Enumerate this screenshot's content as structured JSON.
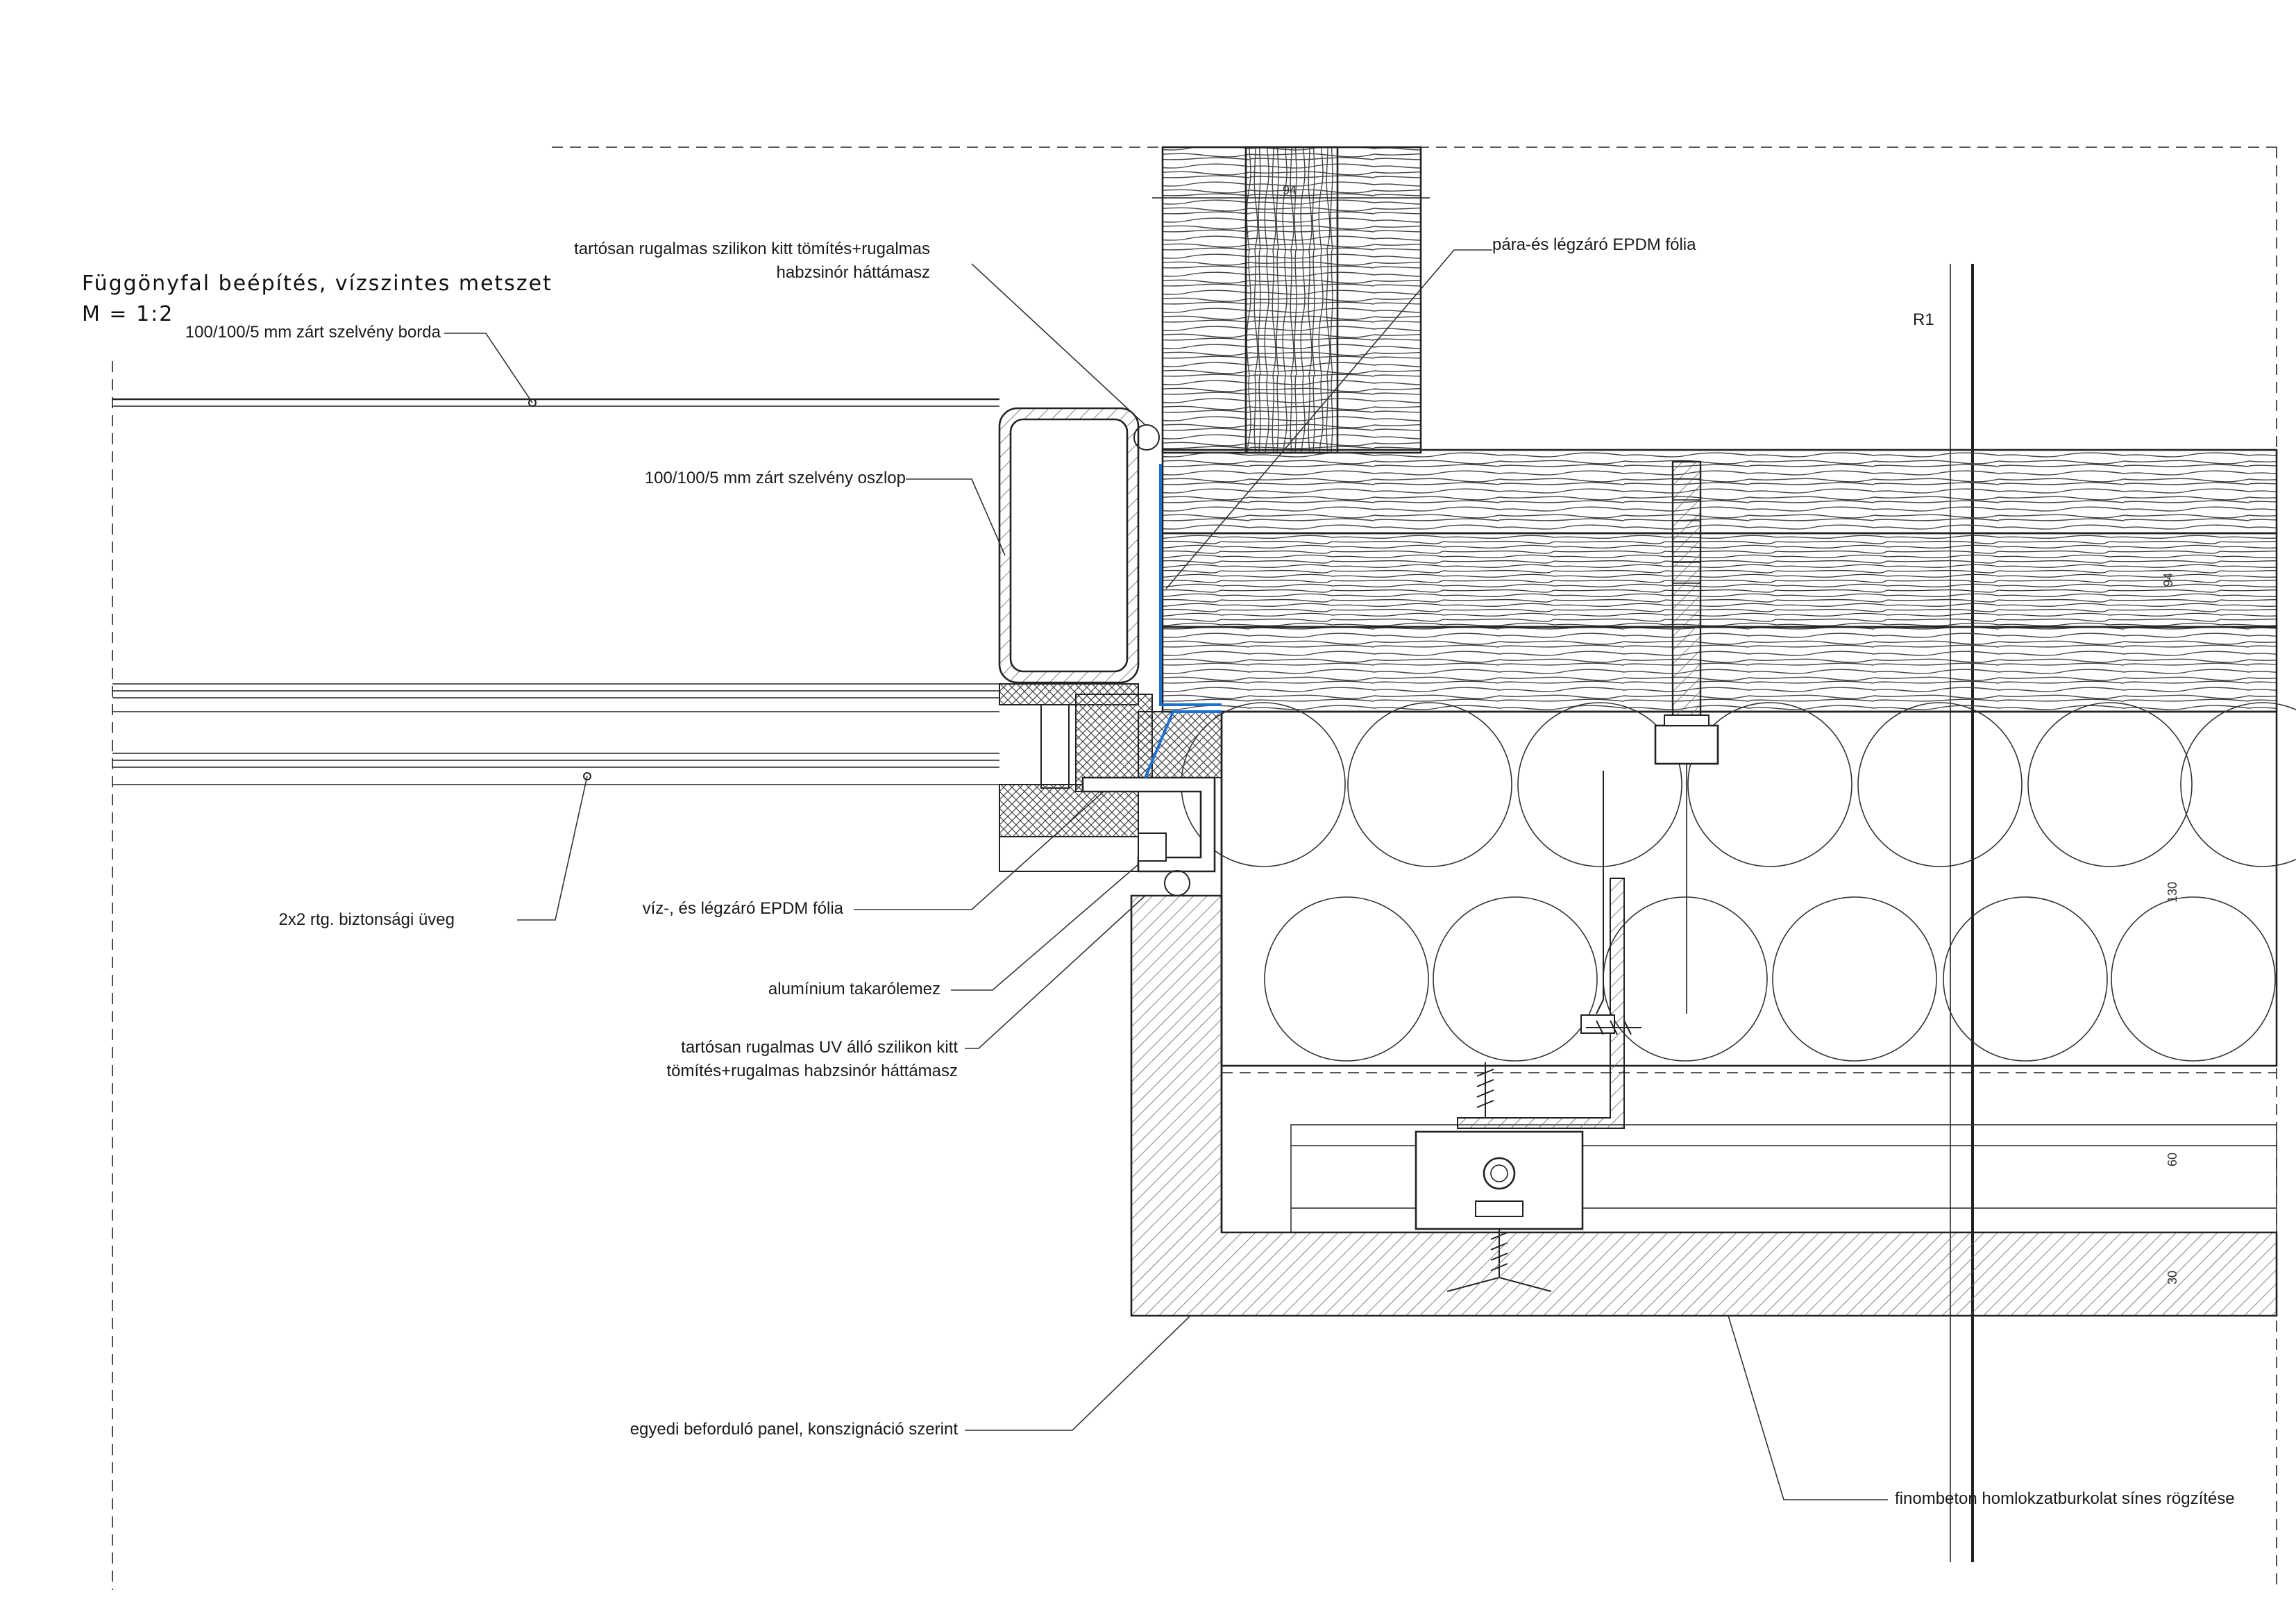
{
  "title": {
    "line1": "Függönyfal beépítés, vízszintes metszet",
    "line2": "M = 1:2"
  },
  "grid_label": "R1",
  "labels": {
    "silicone_seal": [
      "tartósan rugalmas szilikon kitt tömítés+rugalmas",
      "habzsinór háttámasz"
    ],
    "vapor_foil": "pára-és légzáró EPDM fólia",
    "rib": "100/100/5 mm zárt szelvény borda",
    "column": "100/100/5 mm zárt szelvény oszlop",
    "glass": "2x2 rtg. biztonsági üveg",
    "water_foil": "víz-, és légzáró EPDM fólia",
    "alu_cover": "alumínium takarólemez",
    "uv_silicone": [
      "tartósan rugalmas UV álló szilikon kitt",
      "tömítés+rugalmas habzsinór háttámasz"
    ],
    "panel": "egyedi beforduló panel, konszignáció szerint",
    "cladding": "finombeton homlokzatburkolat sínes rögzítése"
  },
  "dimensions": {
    "wall_top": "94",
    "wall_main": "94",
    "insulation": "130",
    "air_gap": "60",
    "cladding": "30"
  },
  "colors": {
    "line": "#222222",
    "foil": "#1e6fd0",
    "hatch": "#555555"
  }
}
